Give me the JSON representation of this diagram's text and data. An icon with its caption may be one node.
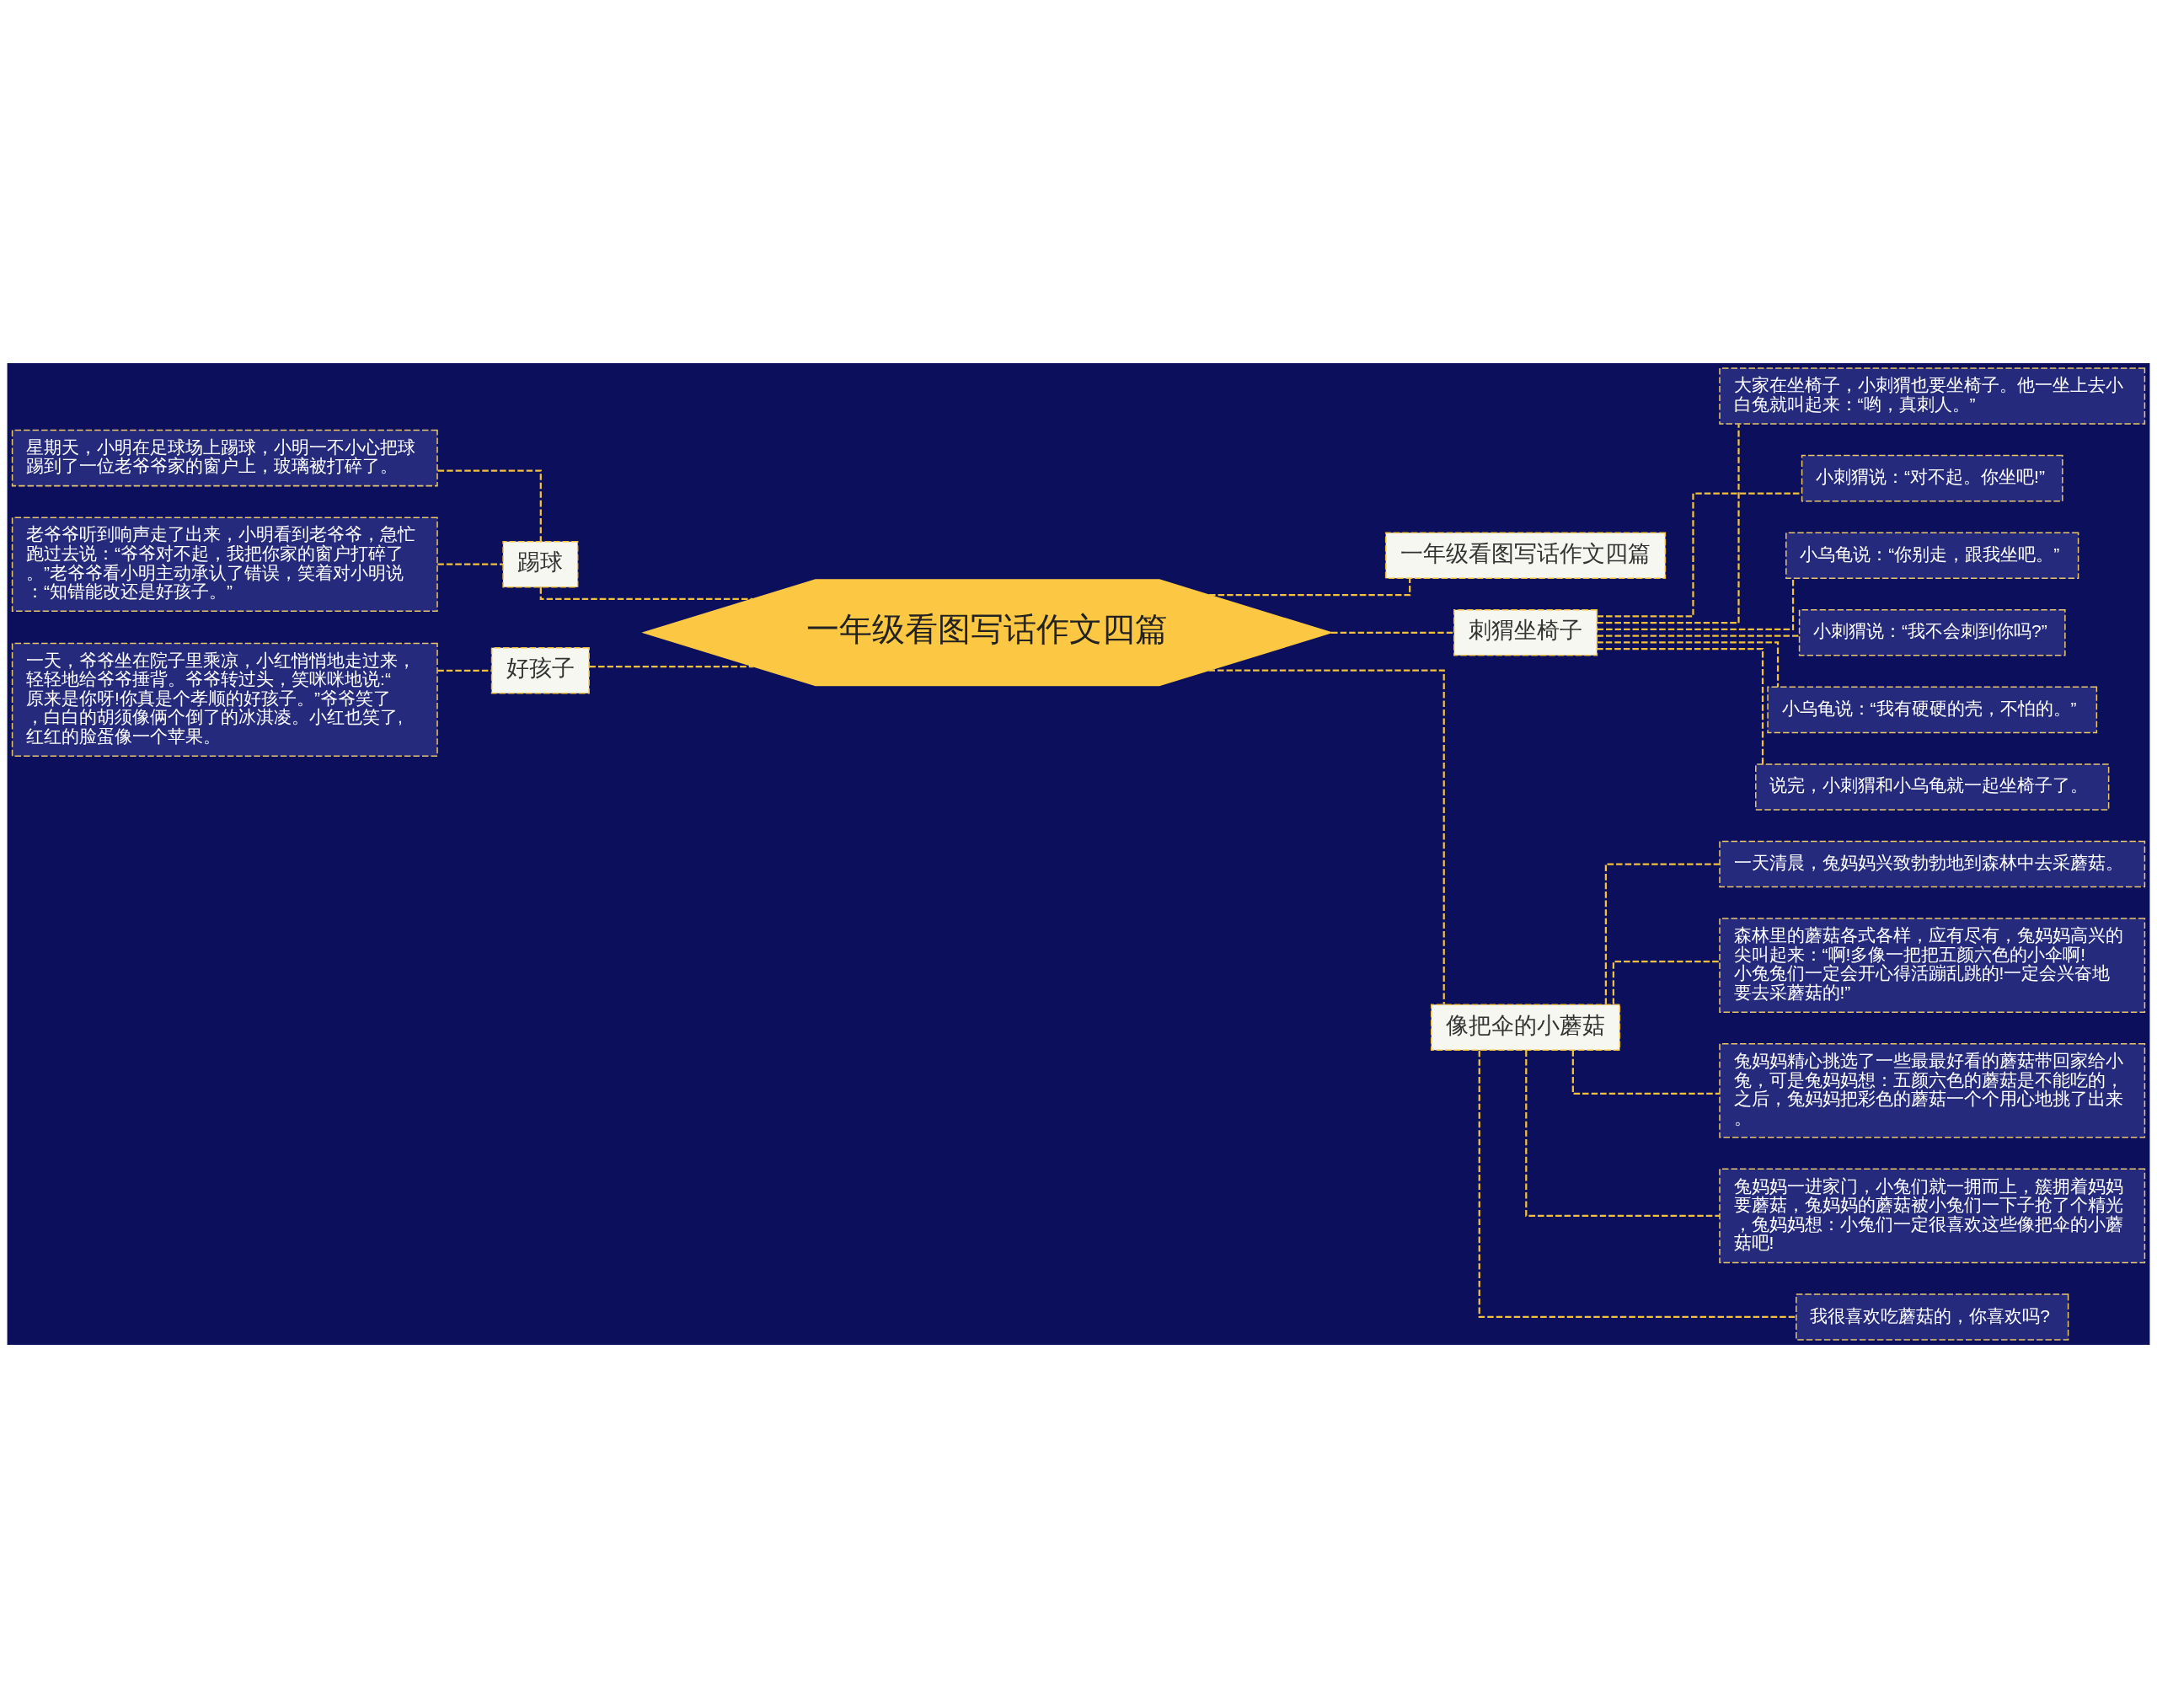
{
  "diagram": {
    "nodes": [
      {
        "text": [
          "一年级看图写话作文四篇"
        ]
      },
      {
        "text": [
          "一年级看图写话作文四篇"
        ]
      },
      {
        "text": [
          "刺猬坐椅子"
        ]
      },
      {
        "text": [
          "大家在坐椅子，小刺猬也要坐椅子。他一坐上去小白兔就叫起来：“哟，真刺人。”"
        ]
      },
      {
        "text": [
          "小刺猬说：“对不起。你坐吧!”"
        ]
      },
      {
        "text": [
          "小乌龟说：“你别走，跟我坐吧。”"
        ]
      },
      {
        "text": [
          "小刺猬说：“我不会刺到你吗?”"
        ]
      },
      {
        "text": [
          "小乌龟说：“我有硬硬的壳，不怕的。”"
        ]
      },
      {
        "text": [
          "说完，小刺猬和小乌龟就一起坐椅子了。"
        ]
      },
      {
        "text": [
          "像把伞的小蘑菇"
        ]
      },
      {
        "text": [
          "一天清晨，兔妈妈兴致勃勃地到森林中去采蘑菇。"
        ]
      },
      {
        "text": [
          "森林里的蘑菇各式各样，应有尽有，兔妈妈高兴的尖叫起来：“啊!多像一把把五颜六色的小伞啊!小兔兔们一定会开心得活蹦乱跳的!一定会兴奋地要去采蘑菇的!”"
        ]
      },
      {
        "text": [
          "兔妈妈精心挑选了一些最最好看的蘑菇带回家给小兔，可是兔妈妈想：五颜六色的蘑菇是不能吃的，之后，兔妈妈把彩色的蘑菇一个个用心地挑了出来。"
        ]
      },
      {
        "text": [
          "兔妈妈一进家门，小兔们就一拥而上，簇拥着妈妈要蘑菇，兔妈妈的蘑菇被小兔们一下子抢了个精光，兔妈妈想：小兔们一定很喜欢这些像把伞的小蘑菇吧!"
        ]
      },
      {
        "text": [
          "我很喜欢吃蘑菇的，你喜欢吗?"
        ]
      },
      {
        "text": [
          "踢球"
        ]
      },
      {
        "text": [
          "星期天，小明在足球场上踢球，小明一不小心把球踢到了一位老爷爷家的窗户上，玻璃被打碎了。"
        ]
      },
      {
        "text": [
          "老爷爷听到响声走了出来，小明看到老爷爷，急忙跑过去说：“爷爷对不起，我把你家的窗户打碎了。”老爷爷看小明主动承认了错误，笑着对小明说：“知错能改还是好孩子。”"
        ]
      },
      {
        "text": [
          "好孩子"
        ]
      },
      {
        "text": [
          "一天，爷爷坐在院子里乘凉，小红悄悄地走过来，轻轻地给爷爷捶背。爷爷转过头，笑咪咪地说:“原来是你呀!你真是个孝顺的好孩子。”爷爷笑了，白白的胡须像俩个倒了的冰淇凌。小红也笑了,红红的脸蛋像一个苹果。"
        ]
      }
    ],
    "edges": [
      {
        "from": 0,
        "to": 1,
        "arrow": "none"
      },
      {
        "from": 0,
        "to": 2,
        "arrow": "none"
      },
      {
        "from": 2,
        "to": 3,
        "arrow": "none"
      },
      {
        "from": 2,
        "to": 4,
        "arrow": "none"
      },
      {
        "from": 2,
        "to": 5,
        "arrow": "none"
      },
      {
        "from": 2,
        "to": 6,
        "arrow": "none"
      },
      {
        "from": 2,
        "to": 7,
        "arrow": "none"
      },
      {
        "from": 2,
        "to": 8,
        "arrow": "none"
      },
      {
        "from": 0,
        "to": 9,
        "arrow": "none"
      },
      {
        "from": 9,
        "to": 10,
        "arrow": "none"
      },
      {
        "from": 9,
        "to": 11,
        "arrow": "none"
      },
      {
        "from": 9,
        "to": 12,
        "arrow": "none"
      },
      {
        "from": 9,
        "to": 13,
        "arrow": "none"
      },
      {
        "from": 9,
        "to": 14,
        "arrow": "none"
      },
      {
        "from": 0,
        "to": 15,
        "arrow": "none"
      },
      {
        "from": 15,
        "to": 16,
        "arrow": "none"
      },
      {
        "from": 15,
        "to": 17,
        "arrow": "none"
      },
      {
        "from": 0,
        "to": 18,
        "arrow": "none"
      },
      {
        "from": 18,
        "to": 19,
        "arrow": "none"
      }
    ]
  }
}
